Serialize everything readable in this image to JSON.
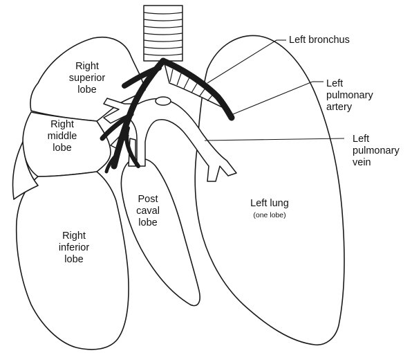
{
  "labels": {
    "right_superior_lobe": [
      "Right",
      "superior",
      "lobe"
    ],
    "right_middle_lobe": [
      "Right",
      "middle",
      "lobe"
    ],
    "right_inferior_lobe": [
      "Right",
      "inferior",
      "lobe"
    ],
    "post_caval_lobe": [
      "Post",
      "caval",
      "lobe"
    ],
    "left_lung": [
      "Left lung",
      "(one lobe)"
    ],
    "left_bronchus": "Left bronchus",
    "left_pulmonary_artery": [
      "Left",
      "pulmonary",
      "artery"
    ],
    "left_pulmonary_vein": [
      "Left",
      "pulmonary",
      "vein"
    ]
  },
  "colors": {
    "line": "#1a1a1a",
    "artery_fill": "#1a1a1a",
    "background": "#ffffff"
  }
}
